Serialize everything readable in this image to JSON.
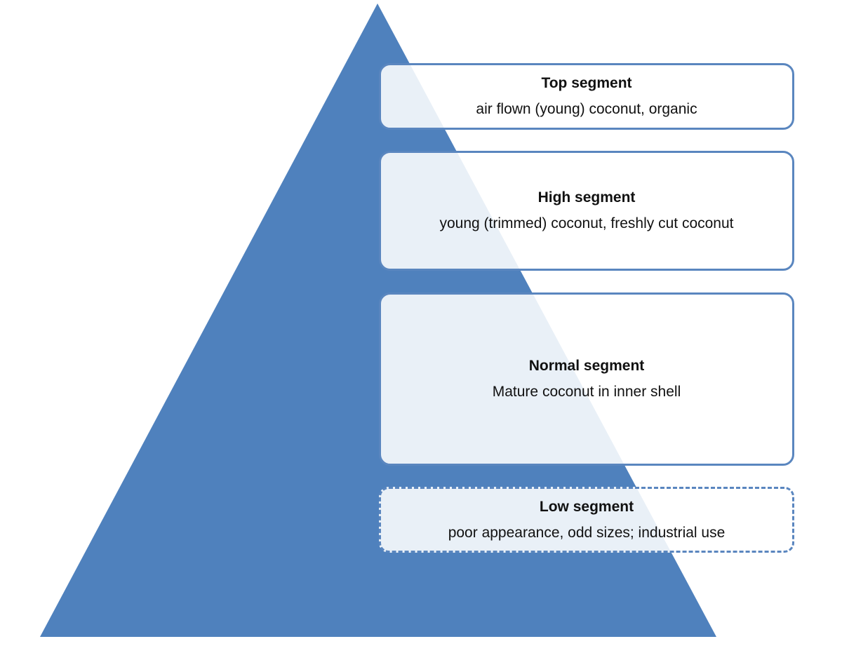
{
  "diagram": {
    "colors": {
      "pyramid_fill": "#4f81bd",
      "box_border": "#5a86bf",
      "box_fill": "rgba(255,255,255,0.88)"
    },
    "segments": [
      {
        "title": "Top segment",
        "description": "air flown (young) coconut, organic",
        "border": "solid"
      },
      {
        "title": "High segment",
        "description": "young (trimmed) coconut, freshly cut coconut",
        "border": "solid"
      },
      {
        "title": "Normal segment",
        "description": "Mature coconut in inner shell",
        "border": "solid"
      },
      {
        "title": "Low segment",
        "description": "poor appearance, odd sizes; industrial use",
        "border": "dashed"
      }
    ]
  }
}
